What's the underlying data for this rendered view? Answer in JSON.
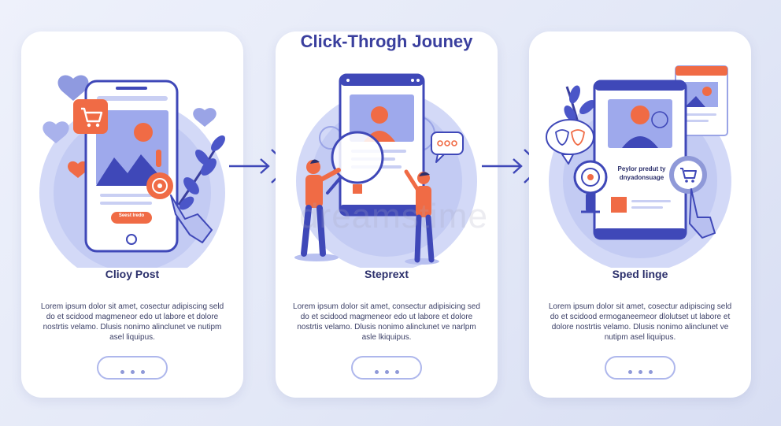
{
  "page": {
    "title": "Click-Throgh Jouney",
    "watermark": "dreamstime"
  },
  "colors": {
    "accent": "#3a3f9e",
    "blob": "#c8cff5",
    "orange": "#f06b45",
    "line": "#4b56c8"
  },
  "cards": [
    {
      "title": "Clioy Post",
      "body": "Lorem ipsum dolor sit amet, cosectur adipiscing seld do et scidood magmeneor edo ut labore et dolore nostrtis velamo. Dlusis nonimo alinclunet ve nutipm asel liquipus.",
      "button_label": "Seest Iredo"
    },
    {
      "title": "Steprext",
      "body": "Lorem ipsum dolor sit amet, consectur adipisicing sed do et scidood magmeneor edo ut labore et dolore nostrtis velamo. Dlusis nonimo alinclunet ve narlpm asle lkiquipus.",
      "chat_bubble": "ooo"
    },
    {
      "title": "Sped linge",
      "body": "Lorem ipsum dolor sit amet, cosectur adipiscing seld do et scidood ermoganeemeor dlolutset ut labore et dolore nostrtis velamo. Dlusis nonimo alinclunet ve nutipm asel liquipus.",
      "screen_text_line1": "Peylor predut ty",
      "screen_text_line2": "dnyadonsuage"
    }
  ],
  "icons": {
    "cart": "cart-icon",
    "target": "target-icon",
    "hand": "pointer-hand-icon",
    "heart": "heart-icon",
    "leaf": "leaf-icon",
    "arrow": "arrow-right-icon",
    "chat": "chat-bubble-icon",
    "search": "magnifier-icon",
    "masks": "masks-icon"
  }
}
